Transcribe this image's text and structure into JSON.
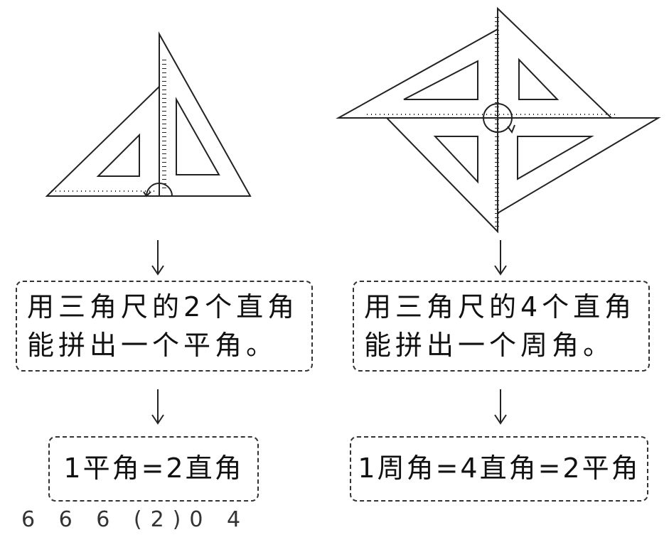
{
  "diagram": {
    "left": {
      "step1_line1": "用三角尺的2个直角",
      "step1_line2": "能拼出一个平角。",
      "result": "1平角=2直角"
    },
    "right": {
      "step1_line1": "用三角尺的4个直角",
      "step1_line2": "能拼出一个周角。",
      "result": "1周角=4直角=2平角"
    },
    "bottom_fragment": "6   6   6   (2)0   4"
  },
  "colors": {
    "ink": "#111111",
    "border": "#333333",
    "background": "#ffffff"
  }
}
